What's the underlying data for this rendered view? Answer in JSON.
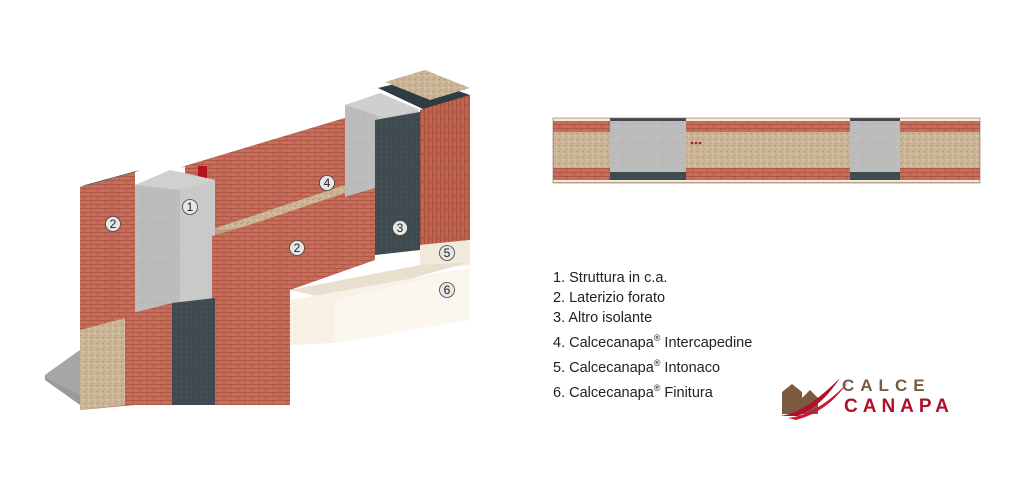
{
  "labels": {
    "n1": "1",
    "n2a": "2",
    "n2b": "2",
    "n3": "3",
    "n4": "4",
    "n5": "5",
    "n6": "6"
  },
  "legend": {
    "items": [
      {
        "text": "1. Struttura in c.a.",
        "mark": ""
      },
      {
        "text": "2. Laterizio forato",
        "mark": ""
      },
      {
        "text": "3. Altro isolante",
        "mark": ""
      },
      {
        "text": "4. Calcecanapa",
        "mark": "®",
        "suffix": " Intercapedine"
      },
      {
        "text": "5. Calcecanapa",
        "mark": "®",
        "suffix": " Intonaco"
      },
      {
        "text": "6. Calcecanapa",
        "mark": "®",
        "suffix": " Finitura"
      }
    ]
  },
  "logo": {
    "top": "CALCE",
    "bottom": "CANAPA"
  },
  "colors": {
    "brick": "#c96c5a",
    "brick_dark": "#a4513f",
    "concrete": "#b9b9b9",
    "insulation": "#3e4a4f",
    "hemp": "#cbb596",
    "plaster": "#f1e9da",
    "finish": "#f7f1e6",
    "logo_brown": "#7a5a40",
    "logo_red": "#b0102a"
  }
}
